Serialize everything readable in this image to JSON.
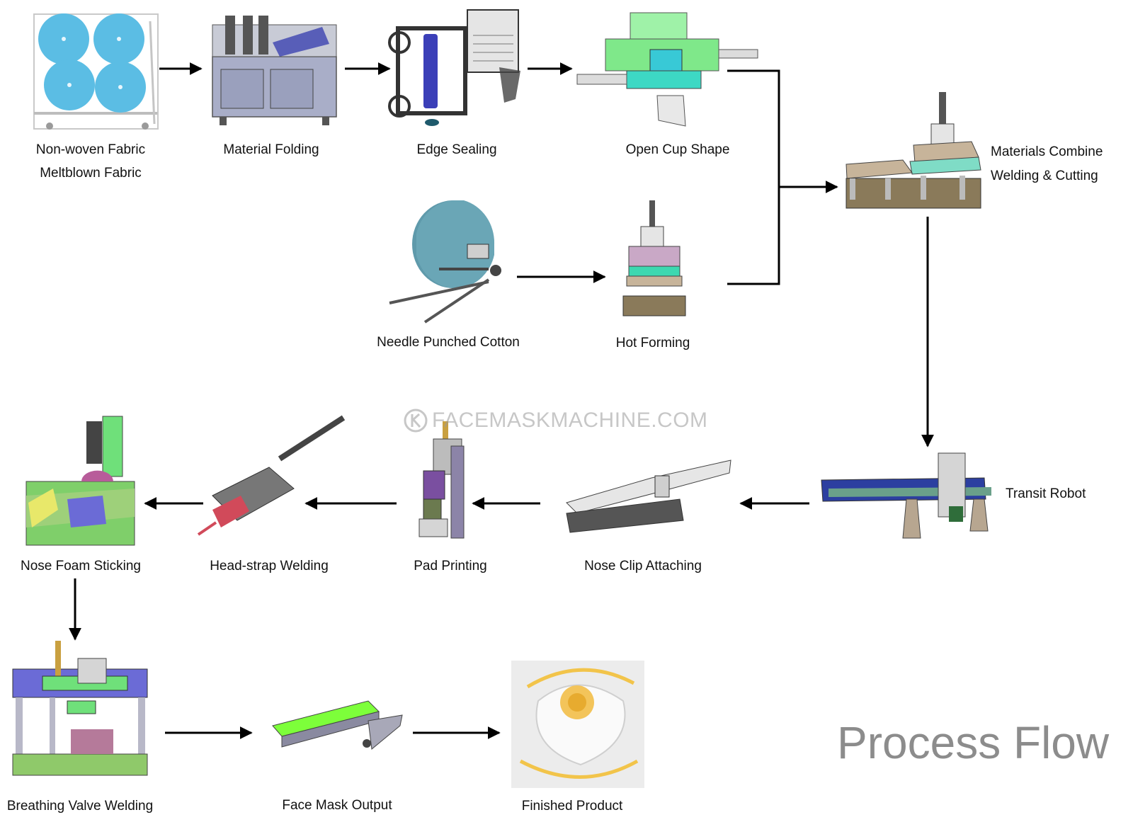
{
  "title": "Process Flow",
  "watermark": "FACEMASKMACHINE.COM",
  "steps": {
    "nonwoven_1": "Non-woven Fabric",
    "nonwoven_2": "Meltblown Fabric",
    "material_folding": "Material Folding",
    "edge_sealing": "Edge Sealing",
    "open_cup_shape": "Open Cup Shape",
    "materials_combine_1": "Materials Combine",
    "materials_combine_2": "Welding & Cutting",
    "needle_punched_cotton": "Needle Punched Cotton",
    "hot_forming": "Hot Forming",
    "transit_robot": "Transit Robot",
    "nose_clip_attaching": "Nose Clip Attaching",
    "pad_printing": "Pad Printing",
    "head_strap_welding": "Head-strap Welding",
    "nose_foam_sticking": "Nose Foam Sticking",
    "breathing_valve_welding": "Breathing Valve Welding",
    "face_mask_output": "Face Mask Output",
    "finished_product": "Finished Product"
  },
  "colors": {
    "arrow": "#000000",
    "title": "#8c8c8c",
    "fabric_roll": "#5bbde4",
    "cotton_roll": "#5f9aab",
    "machine_green": "#6fe07a",
    "machine_purple": "#6b6bd6",
    "mask_strap": "#f2c44a"
  }
}
